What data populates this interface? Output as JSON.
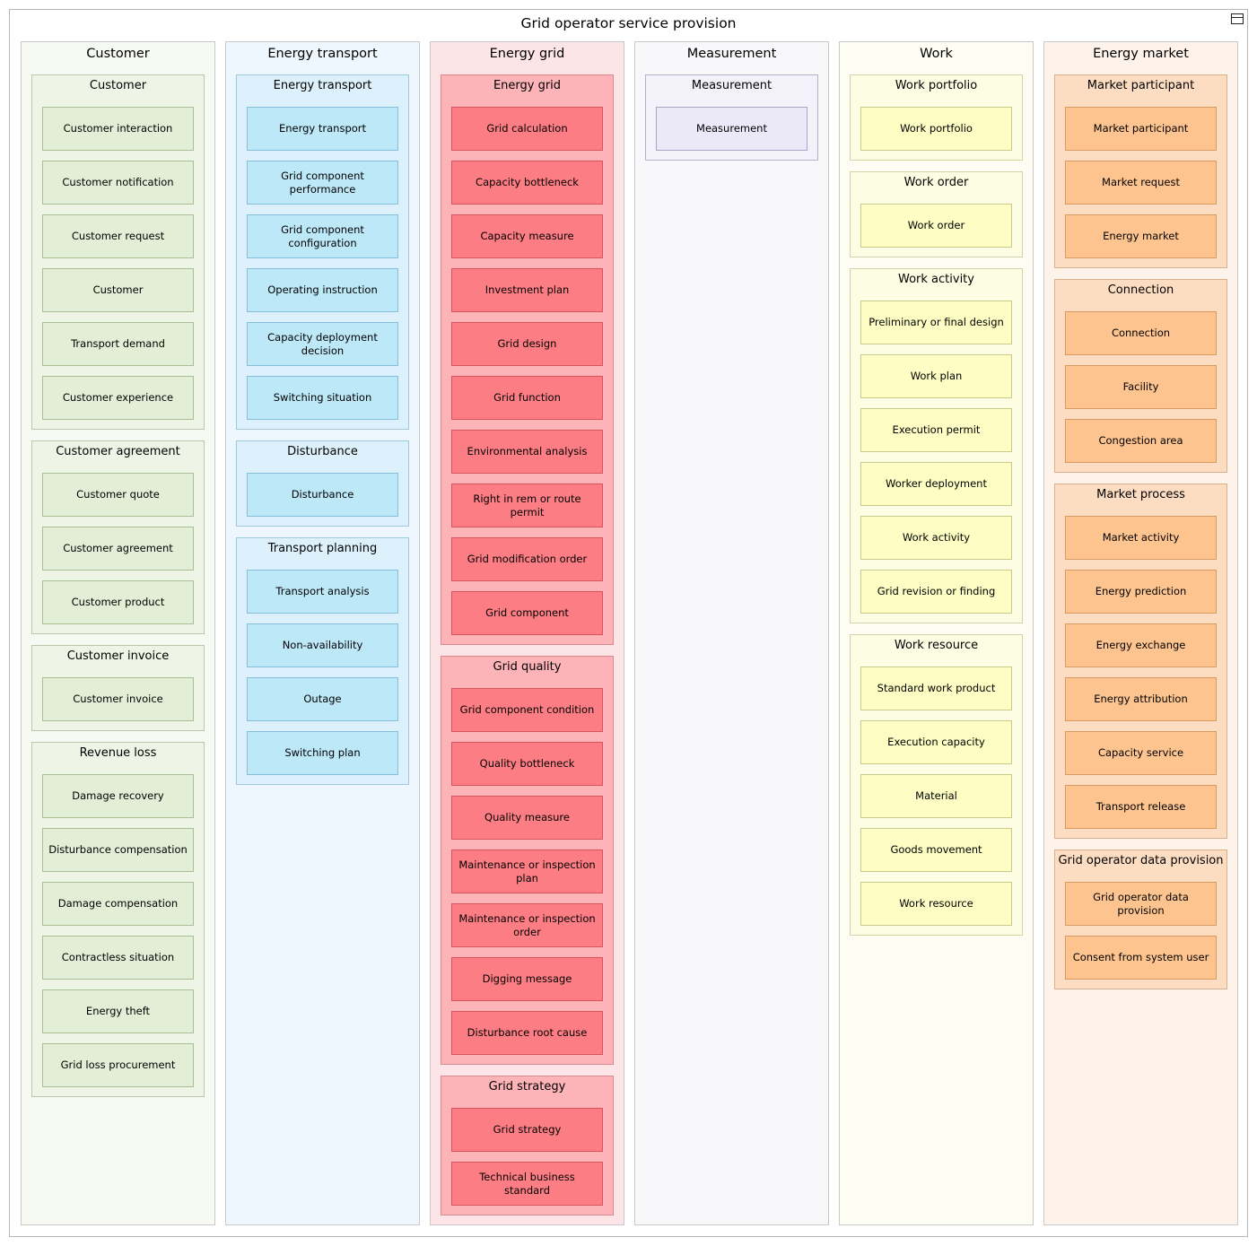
{
  "title": "Grid operator service provision",
  "collapse_icon": "window-icon",
  "columns": [
    {
      "id": "customer",
      "label": "Customer",
      "colors": {
        "column": "#f7faf2",
        "group": "#eef4e6",
        "item": "#e3eed7"
      },
      "groups": [
        {
          "label": "Customer",
          "items": [
            "Customer interaction",
            "Customer notification",
            "Customer request",
            "Customer",
            "Transport demand",
            "Customer experience"
          ]
        },
        {
          "label": "Customer agreement",
          "items": [
            "Customer quote",
            "Customer agreement",
            "Customer product"
          ]
        },
        {
          "label": "Customer invoice",
          "items": [
            "Customer invoice"
          ]
        },
        {
          "label": "Revenue loss",
          "items": [
            "Damage recovery",
            "Disturbance compensation",
            "Damage compensation",
            "Contractless situation",
            "Energy theft",
            "Grid loss procurement"
          ]
        }
      ]
    },
    {
      "id": "energy-transport",
      "label": "Energy transport",
      "colors": {
        "column": "#eef7fd",
        "group": "#dcf1fb",
        "item": "#bde8f8"
      },
      "groups": [
        {
          "label": "Energy transport",
          "items": [
            "Energy transport",
            "Grid component performance",
            "Grid component configuration",
            "Operating instruction",
            "Capacity deployment decision",
            "Switching situation"
          ]
        },
        {
          "label": "Disturbance",
          "items": [
            "Disturbance"
          ]
        },
        {
          "label": "Transport planning",
          "items": [
            "Transport analysis",
            "Non-availability",
            "Outage",
            "Switching plan"
          ]
        }
      ]
    },
    {
      "id": "energy-grid",
      "label": "Energy grid",
      "colors": {
        "column": "#fde4e6",
        "group": "#fcb4b8",
        "item": "#fc7d84"
      },
      "groups": [
        {
          "label": "Energy grid",
          "items": [
            "Grid calculation",
            "Capacity bottleneck",
            "Capacity measure",
            "Investment plan",
            "Grid design",
            "Grid function",
            "Environmental analysis",
            "Right in rem or route permit",
            "Grid modification order",
            "Grid component"
          ]
        },
        {
          "label": "Grid quality",
          "items": [
            "Grid component condition",
            "Quality bottleneck",
            "Quality measure",
            "Maintenance or inspection plan",
            "Maintenance or inspection order",
            "Digging message",
            "Disturbance root cause"
          ]
        },
        {
          "label": "Grid strategy",
          "items": [
            "Grid strategy",
            "Technical business standard"
          ]
        }
      ]
    },
    {
      "id": "measurement",
      "label": "Measurement",
      "colors": {
        "column": "#f8f8fb",
        "group": "#f3f1fa",
        "item": "#ebe8f8"
      },
      "groups": [
        {
          "label": "Measurement",
          "items": [
            "Measurement"
          ]
        }
      ]
    },
    {
      "id": "work",
      "label": "Work",
      "colors": {
        "column": "#fdfdf4",
        "group": "#fdfde3",
        "item": "#fdfdc4"
      },
      "groups": [
        {
          "label": "Work portfolio",
          "items": [
            "Work portfolio"
          ]
        },
        {
          "label": "Work order",
          "items": [
            "Work order"
          ]
        },
        {
          "label": "Work activity",
          "items": [
            "Preliminary or final design",
            "Work plan",
            "Execution permit",
            "Worker deployment",
            "Work activity",
            "Grid revision or finding"
          ]
        },
        {
          "label": "Work resource",
          "items": [
            "Standard work product",
            "Execution capacity",
            "Material",
            "Goods movement",
            "Work resource"
          ]
        }
      ]
    },
    {
      "id": "energy-market",
      "label": "Energy market",
      "colors": {
        "column": "#fef3ea",
        "group": "#fdddc2",
        "item": "#fdc490"
      },
      "groups": [
        {
          "label": "Market participant",
          "items": [
            "Market participant",
            "Market request",
            "Energy market"
          ]
        },
        {
          "label": "Connection",
          "items": [
            "Connection",
            "Facility",
            "Congestion area"
          ]
        },
        {
          "label": "Market process",
          "items": [
            "Market activity",
            "Energy prediction",
            "Energy exchange",
            "Energy attribution",
            "Capacity service",
            "Transport release"
          ]
        },
        {
          "label": "Grid operator data provision",
          "items": [
            "Grid operator data provision",
            "Consent from system user"
          ]
        }
      ]
    }
  ]
}
